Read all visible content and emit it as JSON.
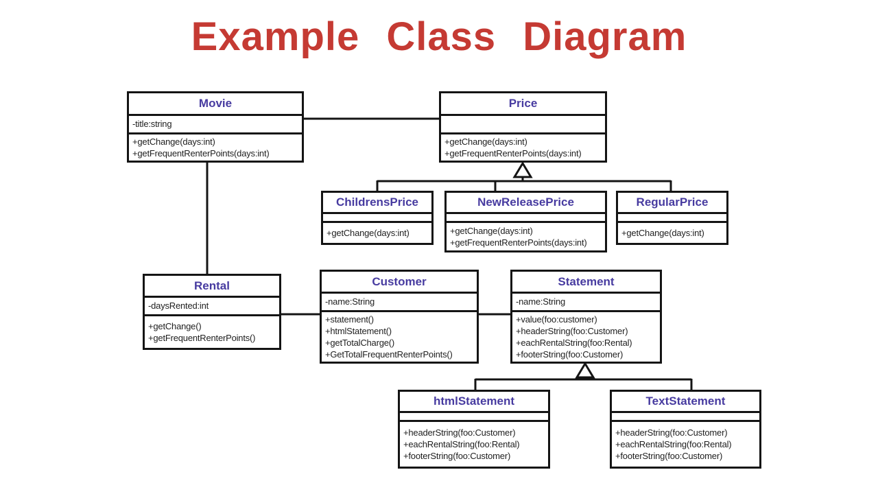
{
  "title": "Example Class Diagram",
  "colors": {
    "title-red": "#c53a33",
    "class-blue": "#473ba0",
    "ink": "#1e1e1e",
    "line": "#141414"
  },
  "classes": {
    "movie": {
      "name": "Movie",
      "attributes": [
        "-title:string"
      ],
      "methods": [
        "+getChange(days:int)",
        "+getFrequentRenterPoints(days:int)"
      ]
    },
    "price": {
      "name": "Price",
      "attributes": [],
      "methods": [
        "+getChange(days:int)",
        "+getFrequentRenterPoints(days:int)"
      ]
    },
    "childrens_price": {
      "name": "ChildrensPrice",
      "attributes": [],
      "methods": [
        "+getChange(days:int)"
      ]
    },
    "new_release_price": {
      "name": "NewReleasePrice",
      "attributes": [],
      "methods": [
        "+getChange(days:int)",
        "+getFrequentRenterPoints(days:int)"
      ]
    },
    "regular_price": {
      "name": "RegularPrice",
      "attributes": [],
      "methods": [
        "+getChange(days:int)"
      ]
    },
    "rental": {
      "name": "Rental",
      "attributes": [
        "-daysRented:int"
      ],
      "methods": [
        "+getChange()",
        "+getFrequentRenterPoints()"
      ]
    },
    "customer": {
      "name": "Customer",
      "attributes": [
        "-name:String"
      ],
      "methods": [
        "+statement()",
        "+htmlStatement()",
        "+getTotalCharge()",
        "+GetTotalFrequentRenterPoints()"
      ]
    },
    "statement": {
      "name": "Statement",
      "attributes": [
        "-name:String"
      ],
      "methods": [
        "+value(foo:customer)",
        "+headerString(foo:Customer)",
        "+eachRentalString(foo:Rental)",
        "+footerString(foo:Customer)"
      ]
    },
    "html_statement": {
      "name": "htmlStatement",
      "attributes": [],
      "methods": [
        "+headerString(foo:Customer)",
        "+eachRentalString(foo:Rental)",
        "+footerString(foo:Customer)"
      ]
    },
    "text_statement": {
      "name": "TextStatement",
      "attributes": [],
      "methods": [
        "+headerString(foo:Customer)",
        "+eachRentalString(foo:Rental)",
        "+footerString(foo:Customer)"
      ]
    }
  },
  "relationships": [
    {
      "type": "association",
      "from": "Movie",
      "to": "Price"
    },
    {
      "type": "association",
      "from": "Movie",
      "to": "Rental"
    },
    {
      "type": "association",
      "from": "Rental",
      "to": "Customer"
    },
    {
      "type": "association",
      "from": "Customer",
      "to": "Statement"
    },
    {
      "type": "inheritance",
      "parent": "Price",
      "children": [
        "ChildrensPrice",
        "NewReleasePrice",
        "RegularPrice"
      ]
    },
    {
      "type": "inheritance",
      "parent": "Statement",
      "children": [
        "htmlStatement",
        "TextStatement"
      ]
    }
  ]
}
